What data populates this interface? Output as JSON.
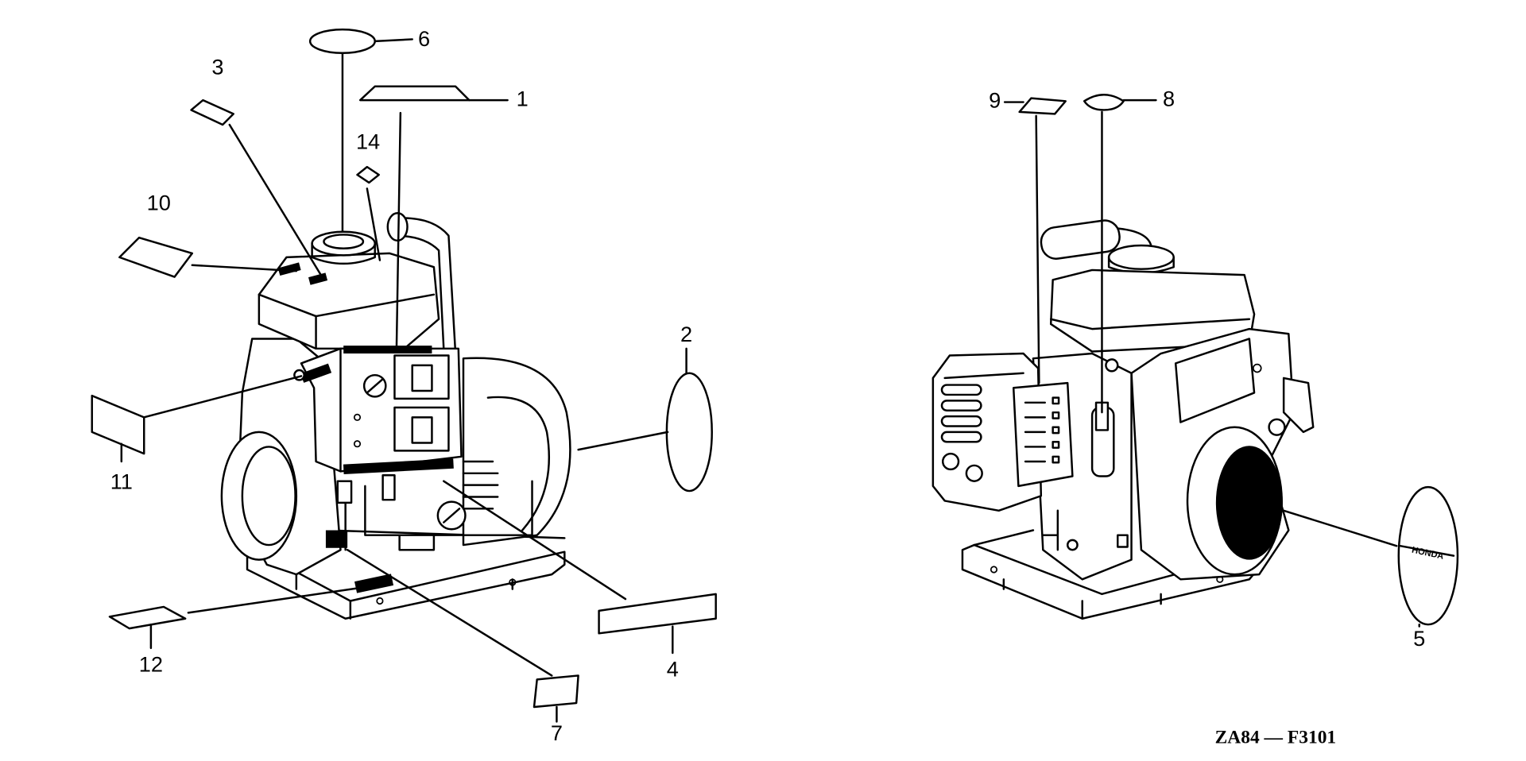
{
  "diagram": {
    "code": "ZA84 — F3101",
    "emblem_text": "HONDA",
    "callouts": {
      "c1": "1",
      "c2": "2",
      "c3": "3",
      "c4": "4",
      "c5": "5",
      "c6": "6",
      "c7": "7",
      "c8": "8",
      "c9": "9",
      "c10": "10",
      "c11": "11",
      "c12": "12",
      "c14": "14"
    }
  }
}
